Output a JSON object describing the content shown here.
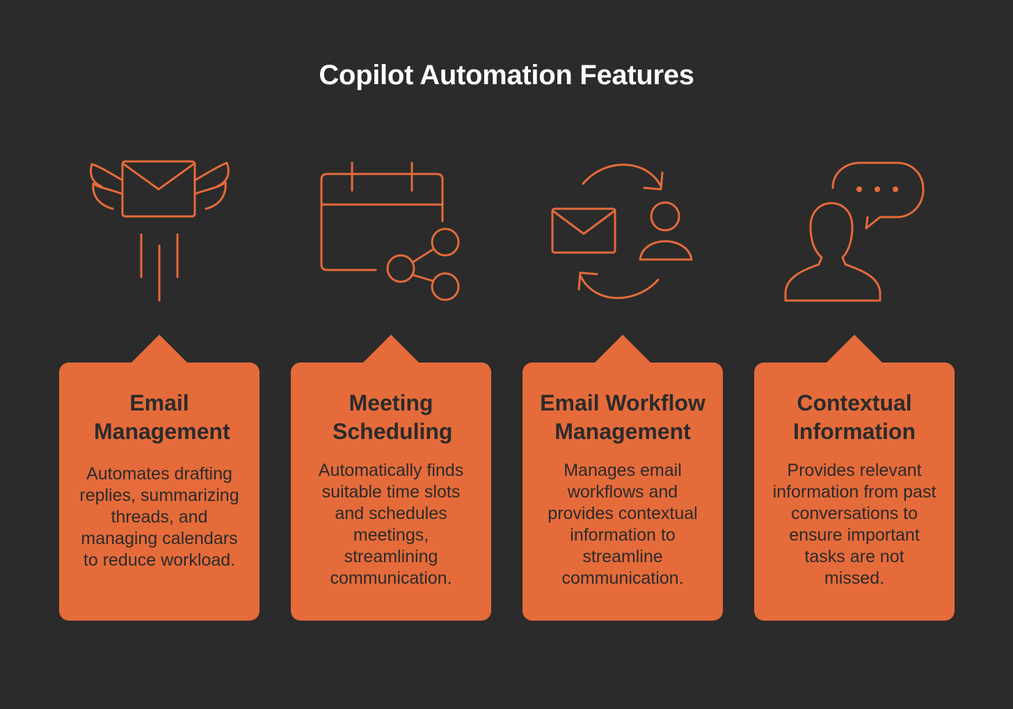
{
  "title": "Copilot Automation Features",
  "colors": {
    "background": "#2b2b2b",
    "accent": "#e56b3a",
    "title_text": "#ffffff",
    "card_text": "#2b2b2b"
  },
  "features": [
    {
      "icon": "flying-envelope-icon",
      "title": "Email Management",
      "description": "Automates drafting replies, summarizing threads, and managing calendars to reduce workload."
    },
    {
      "icon": "calendar-share-icon",
      "title": "Meeting Scheduling",
      "description": "Automatically finds suitable time slots and schedules meetings, streamlining communication."
    },
    {
      "icon": "email-user-sync-icon",
      "title": "Email Workflow Management",
      "description": "Manages email workflows and provides contextual information to streamline communication."
    },
    {
      "icon": "person-speech-bubble-icon",
      "title": "Contextual Information",
      "description": "Provides relevant information from past conversations to ensure important tasks are not missed."
    }
  ]
}
